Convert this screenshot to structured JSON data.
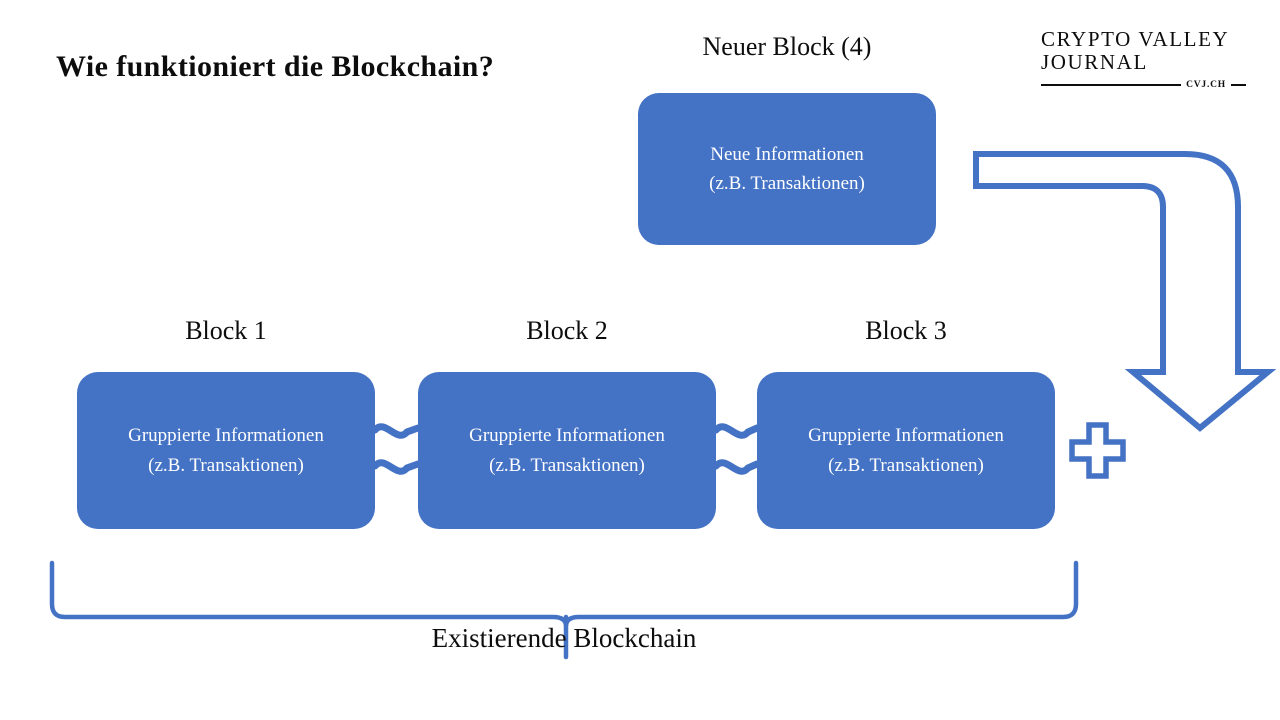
{
  "page": {
    "title": "Wie funktioniert die Blockchain?",
    "background_color": "#ffffff",
    "accent_color": "#4472C4",
    "text_color": "#0d0d0d"
  },
  "logo": {
    "line1": "CRYPTO VALLEY",
    "line2": "JOURNAL",
    "domain": "CVJ.CH"
  },
  "new_block": {
    "label": "Neuer Block (4)",
    "line1": "Neue Informationen",
    "line2": "(z.B. Transaktionen)"
  },
  "chain": {
    "blocks": [
      {
        "label": "Block 1",
        "line1": "Gruppierte Informationen",
        "line2": "(z.B. Transaktionen)"
      },
      {
        "label": "Block 2",
        "line1": "Gruppierte Informationen",
        "line2": "(z.B. Transaktionen)"
      },
      {
        "label": "Block 3",
        "line1": "Gruppierte Informationen",
        "line2": "(z.B. Transaktionen)"
      }
    ],
    "caption": "Existierende Blockchain"
  },
  "symbols": {
    "plus": "plus-sign",
    "arrow": "bent-arrow-down",
    "brace": "curly-brace-bottom",
    "link": "chain-link-squiggle"
  }
}
